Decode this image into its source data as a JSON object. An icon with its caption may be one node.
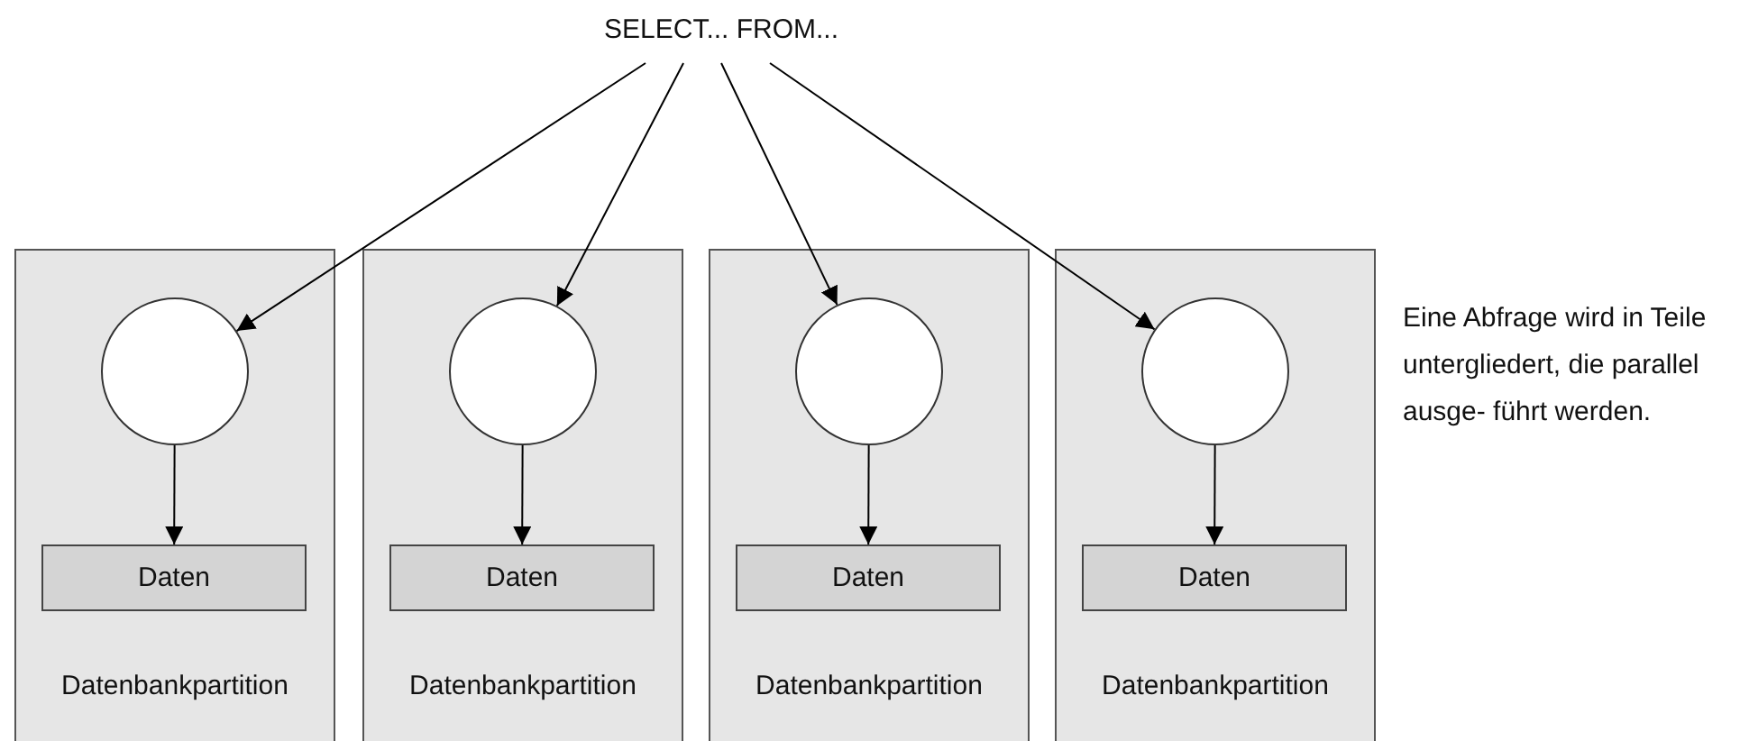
{
  "diagram": {
    "nodes": [
      {
        "text": [
          "SELECT... FROM..."
        ]
      },
      {
        "text": [
          "Datenbankpartition"
        ]
      },
      {
        "text": [],
        "shape": "circle",
        "in": 1
      },
      {
        "text": [
          "Daten"
        ],
        "in": 1
      },
      {
        "text": [
          "Datenbankpartition"
        ]
      },
      {
        "text": [],
        "shape": "circle",
        "in": 4
      },
      {
        "text": [
          "Daten"
        ],
        "in": 4
      },
      {
        "text": [
          "Datenbankpartition"
        ]
      },
      {
        "text": [],
        "shape": "circle",
        "in": 7
      },
      {
        "text": [
          "Daten"
        ],
        "in": 7
      },
      {
        "text": [
          "Datenbankpartition"
        ]
      },
      {
        "text": [],
        "shape": "circle",
        "in": 10
      },
      {
        "text": [
          "Daten"
        ],
        "in": 10
      }
    ],
    "edges": [
      {
        "from": 0,
        "to": 2,
        "arrow": "to"
      },
      {
        "from": 0,
        "to": 5,
        "arrow": "to"
      },
      {
        "from": 0,
        "to": 8,
        "arrow": "to"
      },
      {
        "from": 0,
        "to": 11,
        "arrow": "to"
      },
      {
        "from": 2,
        "to": 3,
        "arrow": "to"
      },
      {
        "from": 5,
        "to": 6,
        "arrow": "to"
      },
      {
        "from": 8,
        "to": 9,
        "arrow": "to"
      },
      {
        "from": 11,
        "to": 12,
        "arrow": "to"
      }
    ],
    "labels": [
      "Eine Abfrage wird in Teile untergliedert, die parallel ausge- führt werden."
    ]
  }
}
